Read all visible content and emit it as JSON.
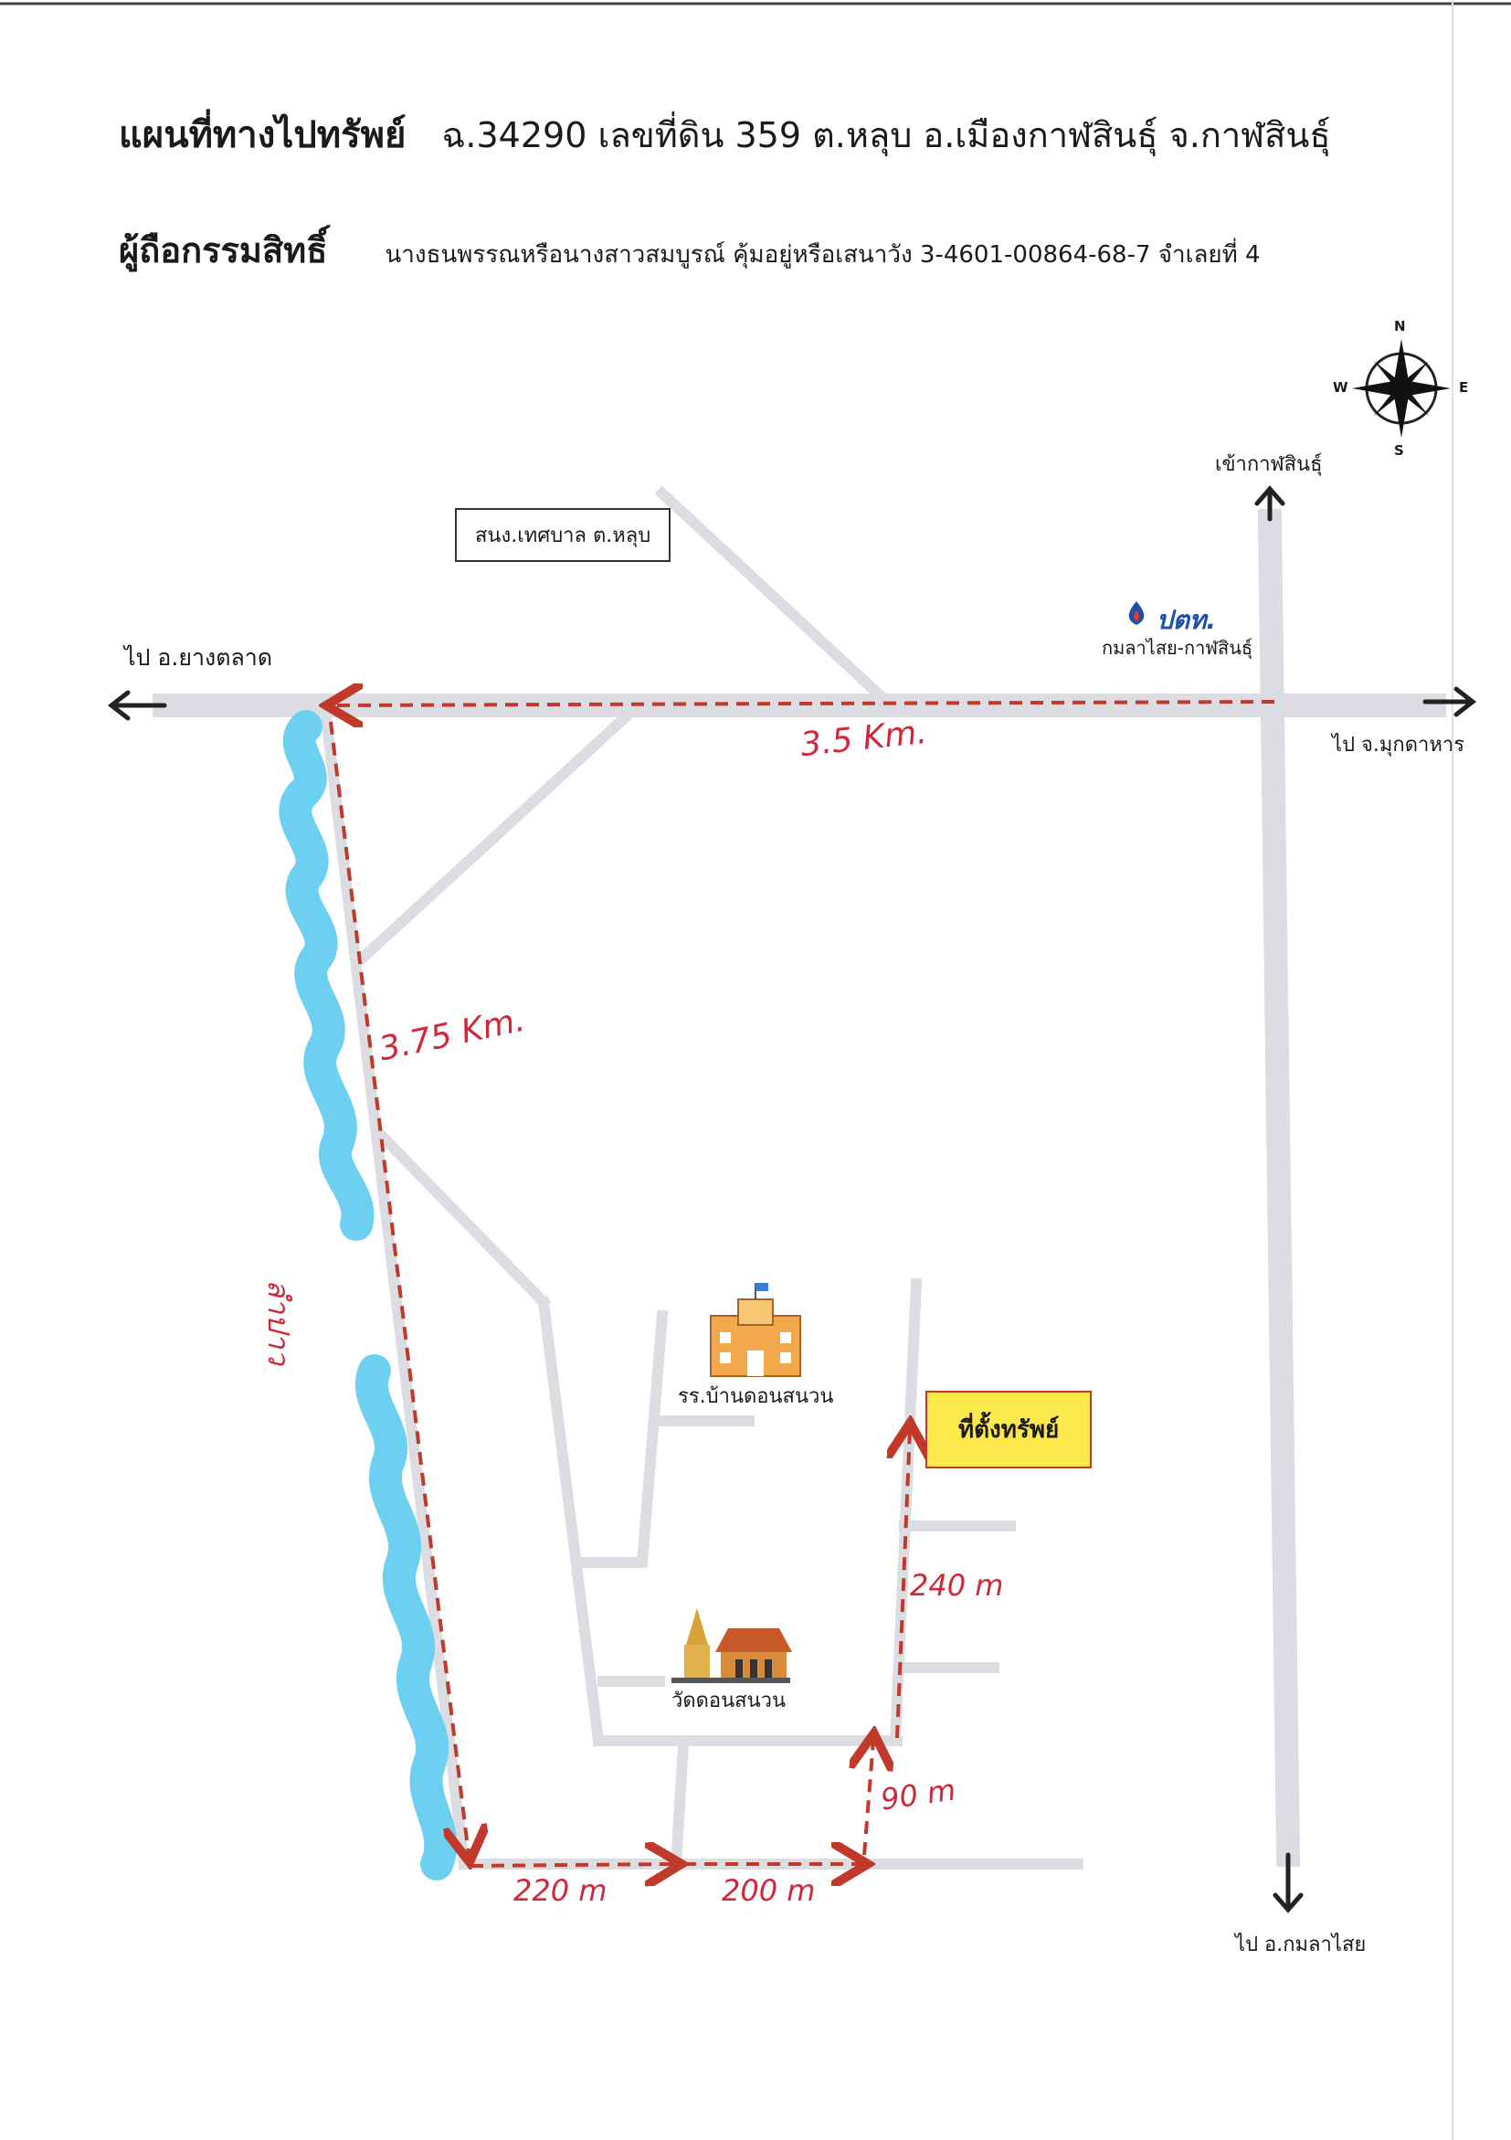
{
  "header": {
    "title_bold": "แผนที่ทางไปทรัพย์",
    "title_rest": "ฉ.34290  เลขที่ดิน  359  ต.หลุบ  อ.เมืองกาฬสินธุ์  จ.กาฬสินธุ์",
    "owner_bold": "ผู้ถือกรรมสิทธิ์",
    "owner_rest": "นางธนพรรณหรือนางสาวสมบูรณ์  คุ้มอยู่หรือเสนาวัง  3-4601-00864-68-7    จำเลยที่ 4"
  },
  "compass": {
    "n": "N",
    "s": "S",
    "e": "E",
    "w": "W"
  },
  "labels": {
    "to_kalasin": "เข้ากาฬสินธุ์",
    "municipal_office": "สนง.เทศบาล ต.หลุบ",
    "ptt_brand": "ปตท.",
    "ptt_station": "กมลาไสย-กาฬสินธุ์",
    "to_yangtalat": "ไป  อ.ยางตลาด",
    "to_mukdahan": "ไป  จ.มุกดาหาร",
    "to_kamalasai": "ไป  อ.กมลาไสย",
    "school": "รร.บ้านดอนสนวน",
    "temple": "วัดดอนสนวน",
    "property": "ที่ตั้งทรัพย์"
  },
  "distances": {
    "main_road": "3.5 Km.",
    "canal_road": "3.75 Km.",
    "canal_name": "ลำปาว",
    "seg1": "220 m",
    "seg2": "200 m",
    "seg3": "90 m",
    "seg4": "240 m"
  },
  "colors": {
    "road": "#dcdde2",
    "route": "#c0392b",
    "canal": "#6dd0f0",
    "property_fill": "#fbe84a"
  }
}
